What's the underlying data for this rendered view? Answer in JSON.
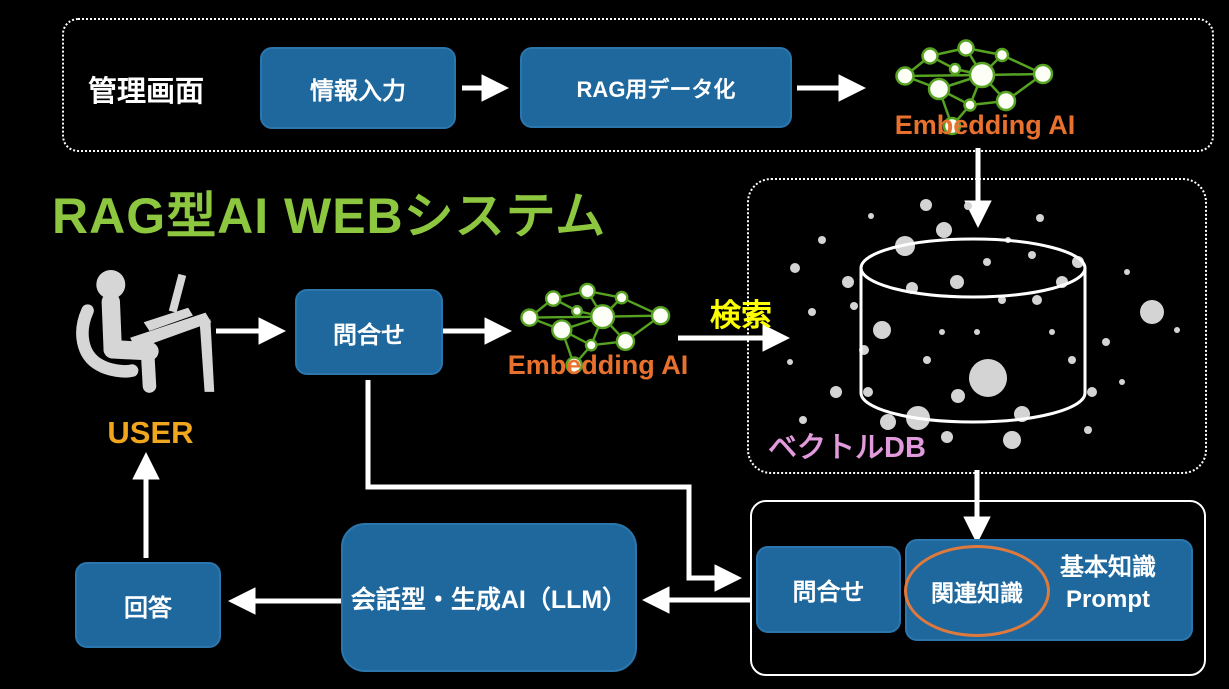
{
  "colors": {
    "background": "#000000",
    "box_blue": "#1f689e",
    "box_border": "#2b76ad",
    "title_green": "#8dc63f",
    "net_green": "#56a221",
    "embedding_orange": "#e8722d",
    "user_gold": "#f0a71e",
    "search_yellow": "#fdff00",
    "vector_pink": "#e19adb",
    "ellipse_orange": "#e07a3c",
    "dot_gray": "#d4d4d4",
    "person_gray": "#d6d6d6",
    "line_white": "#ffffff"
  },
  "title": "RAG型AI WEBシステム",
  "admin_panel": {
    "label": "管理画面",
    "step1": "情報入力",
    "step2": "RAG用データ化",
    "embedding_label": "Embedding AI"
  },
  "query_flow": {
    "user_label": "USER",
    "inquiry": "問合せ",
    "embedding_label": "Embedding AI",
    "search_label": "検索"
  },
  "vector_db": {
    "label": "ベクトルDB"
  },
  "prompt_group": {
    "inquiry": "問合せ",
    "related_knowledge": "関連知識",
    "base_knowledge": "基本知識",
    "prompt": "Prompt"
  },
  "llm": {
    "label": "会話型・生成AI（LLM）"
  },
  "answer": {
    "label": "回答"
  }
}
